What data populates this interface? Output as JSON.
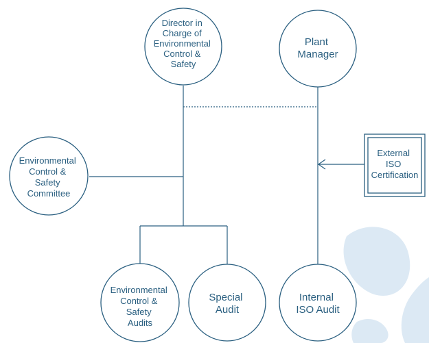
{
  "nodes": {
    "director": {
      "lines": [
        "Director in",
        "Charge of",
        "Environmental",
        "Control &",
        "Safety"
      ]
    },
    "plant_manager": {
      "lines": [
        "Plant",
        "Manager"
      ]
    },
    "committee": {
      "lines": [
        "Environmental",
        "Control &",
        "Safety",
        "Committee"
      ]
    },
    "external_iso": {
      "lines": [
        "External",
        "ISO",
        "Certification"
      ]
    },
    "ecs_audits": {
      "lines": [
        "Environmental",
        "Control &",
        "Safety",
        "Audits"
      ]
    },
    "special_audit": {
      "lines": [
        "Special",
        "Audit"
      ]
    },
    "internal_iso": {
      "lines": [
        "Internal",
        "ISO Audit"
      ]
    }
  },
  "colors": {
    "line": "#2a5f80",
    "decor": "#dce9f4"
  }
}
